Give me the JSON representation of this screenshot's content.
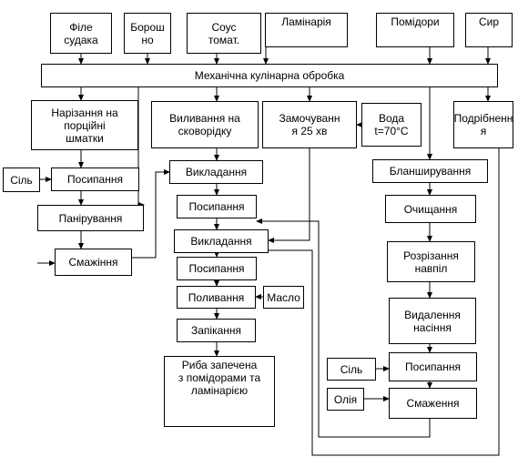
{
  "boxes": {
    "b_file": "Філе\nсудака",
    "b_borosh": "Борош\nно",
    "b_sous": "Соус\nтомат.",
    "b_lamin": "Ламінарія",
    "b_pomid": "Помідори",
    "b_syr": "Сир",
    "b_mech": "Механічна кулінарна обробка",
    "b_nariz": "Нарізання на\nпорційні\nшматки",
    "b_vylyv": "Виливання на\nсковорідку",
    "b_zamoch": "Замочуванн\nя 25 хв",
    "b_voda": "Вода\nt=70°C",
    "b_podrib": "Подрібненн\nя",
    "b_sil1": "Сіль",
    "b_posyp1": "Посипання",
    "b_paniruv": "Панірування",
    "b_smazh1": "Смажіння",
    "b_vyklad1": "Викладання",
    "b_posyp2": "Посипання",
    "b_vyklad2": "Викладання",
    "b_posyp3": "Посипання",
    "b_polyv": "Поливання",
    "b_maslo": "Масло",
    "b_zapik": "Запікання",
    "b_ryba": "Риба запечена\nз помідорами та\nламінарією",
    "b_blansh": "Бланширування",
    "b_ochysh": "Очищання",
    "b_rozriz": "Розрізання\nнавпіл",
    "b_vydal": "Видалення\nнасіння",
    "b_sil2": "Сіль",
    "b_posyp4": "Посипання",
    "b_olia": "Олія",
    "b_smazh2": "Смаження"
  }
}
